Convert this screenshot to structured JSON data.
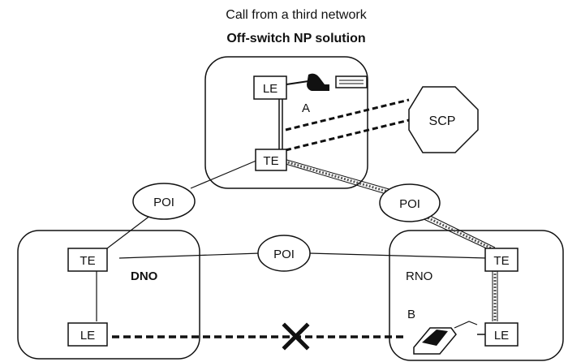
{
  "title": "Call from a third network",
  "subtitle": "Off-switch NP solution",
  "nodes": {
    "le_top": "LE",
    "te_top": "TE",
    "scp": "SCP",
    "poi_left": "POI",
    "poi_right": "POI",
    "poi_middle": "POI",
    "te_dno": "TE",
    "le_dno": "LE",
    "te_rno": "TE",
    "le_rno": "LE"
  },
  "labels": {
    "a": "A",
    "b": "B",
    "dno": "DNO",
    "rno": "RNO"
  },
  "icons": {
    "caller": "telephone-icon",
    "receiver": "telephone-icon",
    "blocked": "x-mark-icon"
  },
  "colors": {
    "stroke": "#111111",
    "background": "#ffffff"
  }
}
